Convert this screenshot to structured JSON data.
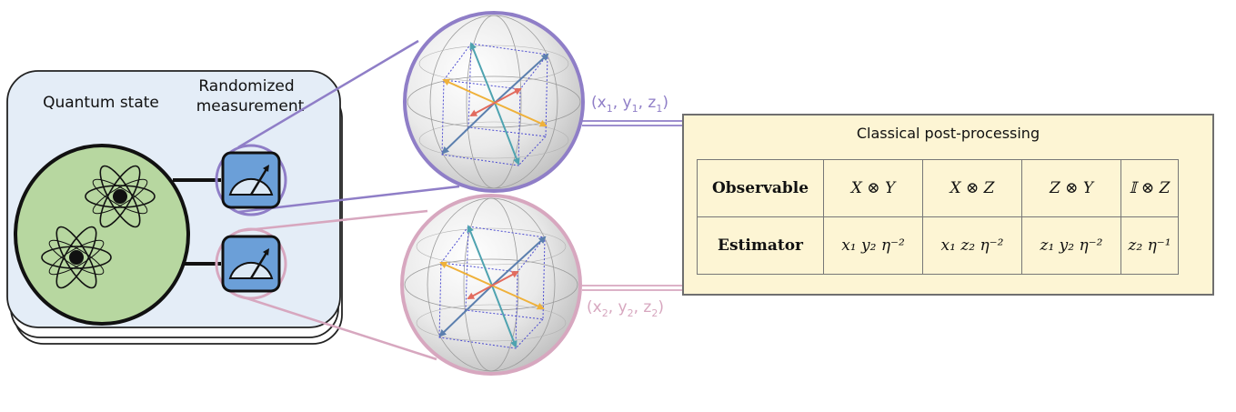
{
  "device": {
    "state_label": "Quantum state",
    "measurement_label_line1": "Randomized",
    "measurement_label_line2": "measurement"
  },
  "outcomes": {
    "first": {
      "x": "x",
      "xs": "1",
      "y": "y",
      "ys": "1",
      "z": "z",
      "zs": "1"
    },
    "second": {
      "x": "x",
      "xs": "2",
      "y": "y",
      "ys": "2",
      "z": "z",
      "zs": "2"
    }
  },
  "post_processing": {
    "title": "Classical post-processing",
    "row_observable": {
      "label": "Observable",
      "cells": [
        "X ⊗ Y",
        "X ⊗ Z",
        "Z ⊗ Y",
        "𝕀 ⊗ Z"
      ]
    },
    "row_estimator": {
      "label": "Estimator",
      "cells": [
        "x₁ y₂ η⁻²",
        "x₁ z₂ η⁻²",
        "z₁ y₂ η⁻²",
        "z₂ η⁻¹"
      ]
    }
  },
  "colors": {
    "purple": "#8f7ec7",
    "pink": "#d7a7bf",
    "device_fill": "#e4edf7",
    "state_fill": "#b7d7a0",
    "meter_fill": "#6b9fd8",
    "panel_fill": "#fdf5d4",
    "arrow_blue": "#4f8fb5",
    "arrow_teal": "#4fa3b0",
    "arrow_orange": "#efb13a",
    "arrow_red": "#e26b5e"
  }
}
